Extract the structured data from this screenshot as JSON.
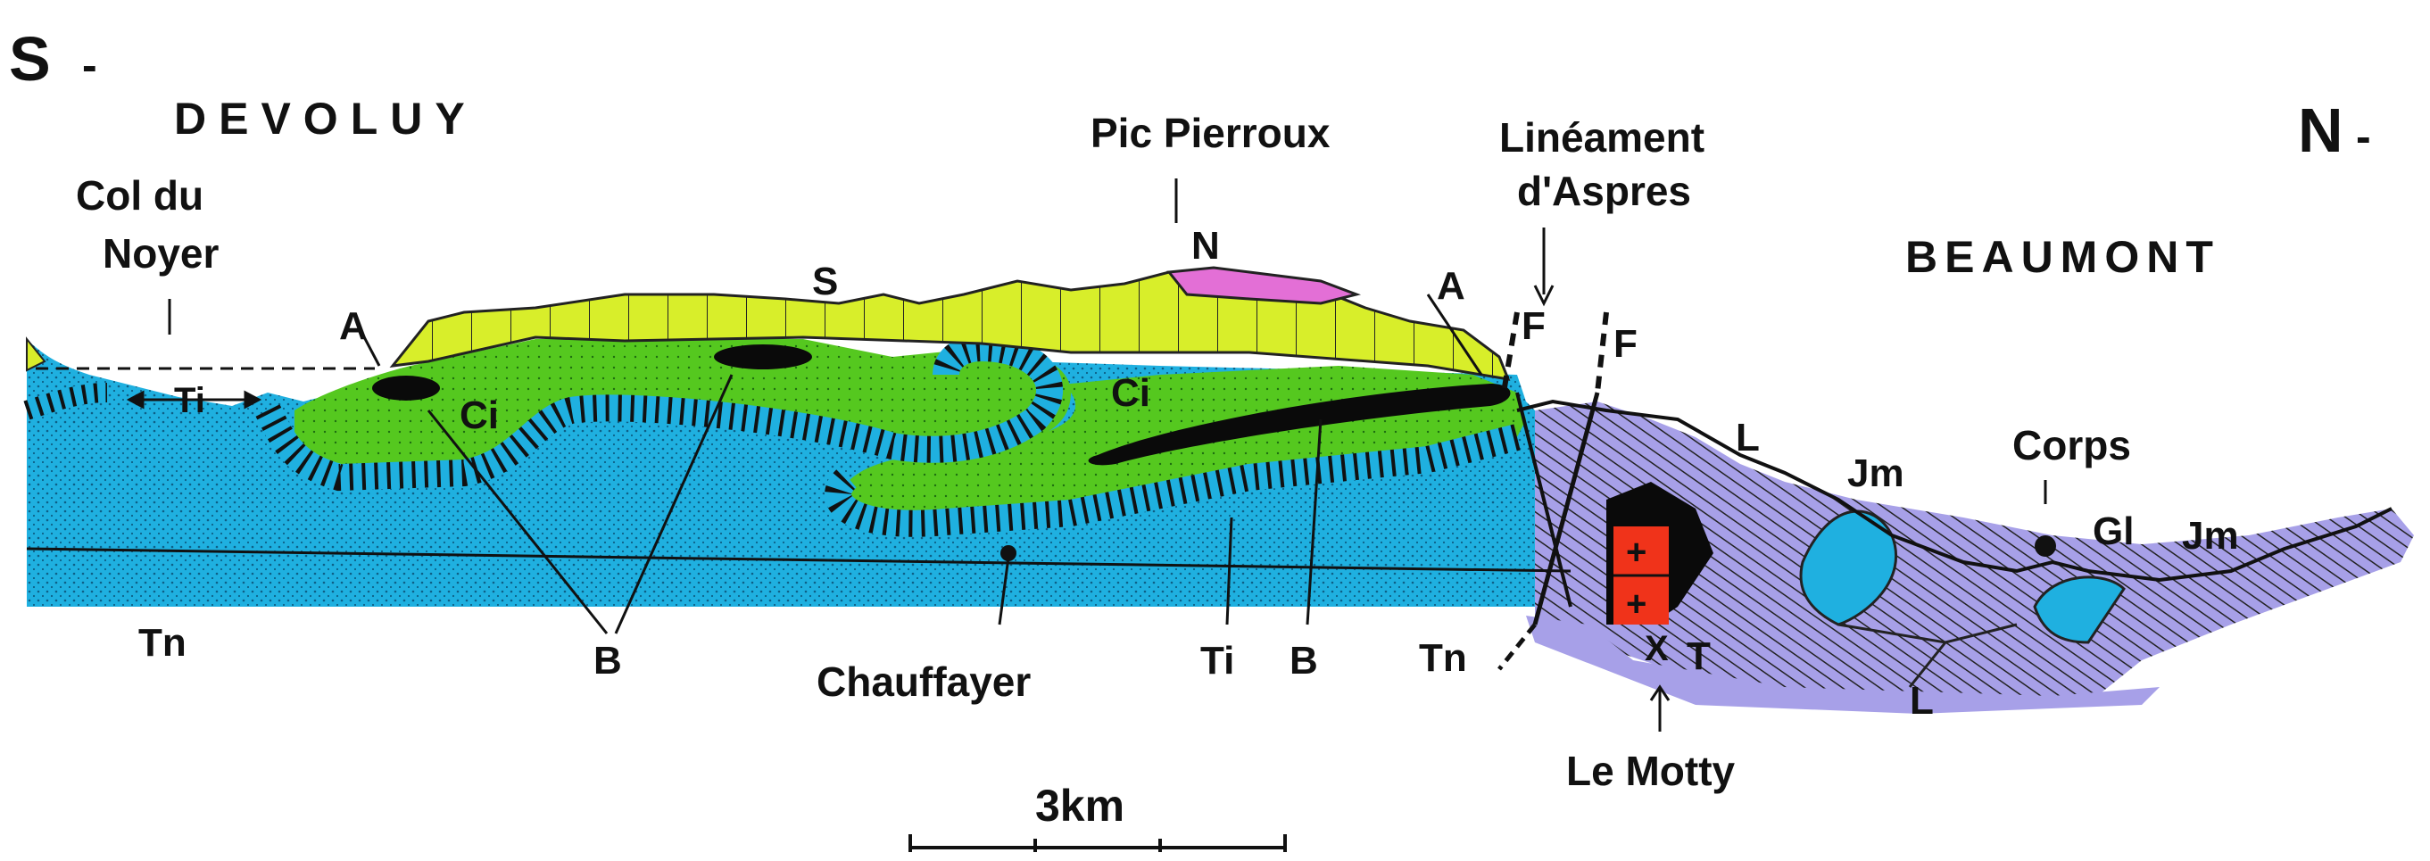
{
  "orientation": {
    "south": "S",
    "north": "N"
  },
  "regions": {
    "devoluy": "DEVOLUY",
    "beaumont": "BEAUMONT"
  },
  "localities": {
    "col_du_noyer_1": "Col du",
    "col_du_noyer_2": "Noyer",
    "pic_pierroux": "Pic Pierroux",
    "lineament_1": "Linéament",
    "lineament_2": "d'Aspres",
    "corps": "Corps",
    "chauffayer": "Chauffayer",
    "le_motty": "Le Motty"
  },
  "units": {
    "S": "S",
    "N": "N",
    "A_left": "A",
    "A_right": "A",
    "Ci_left": "Ci",
    "Ci_right": "Ci",
    "Ti_top": "Ti",
    "F_left": "F",
    "F_right": "F",
    "L_top": "L",
    "L_bottom": "L",
    "Jm_left": "Jm",
    "Jm_right": "Jm",
    "Gl": "Gl",
    "Tn_left": "Tn",
    "Tn_mid": "Tn",
    "B_left": "B",
    "B_right": "B",
    "Ti_bottom": "Ti",
    "X": "X",
    "T": "T",
    "plus": "+"
  },
  "scale_bar": {
    "label": "3km"
  },
  "colors": {
    "triassic_blue": "#1fb0e0",
    "cretaceous_green": "#55c81f",
    "senonian_yellow": "#d8ee2a",
    "nummulitic_pink": "#e36fd6",
    "liassic_lilac": "#a7a0e8",
    "granite_red": "#f0331a",
    "black": "#0a0a0a"
  }
}
